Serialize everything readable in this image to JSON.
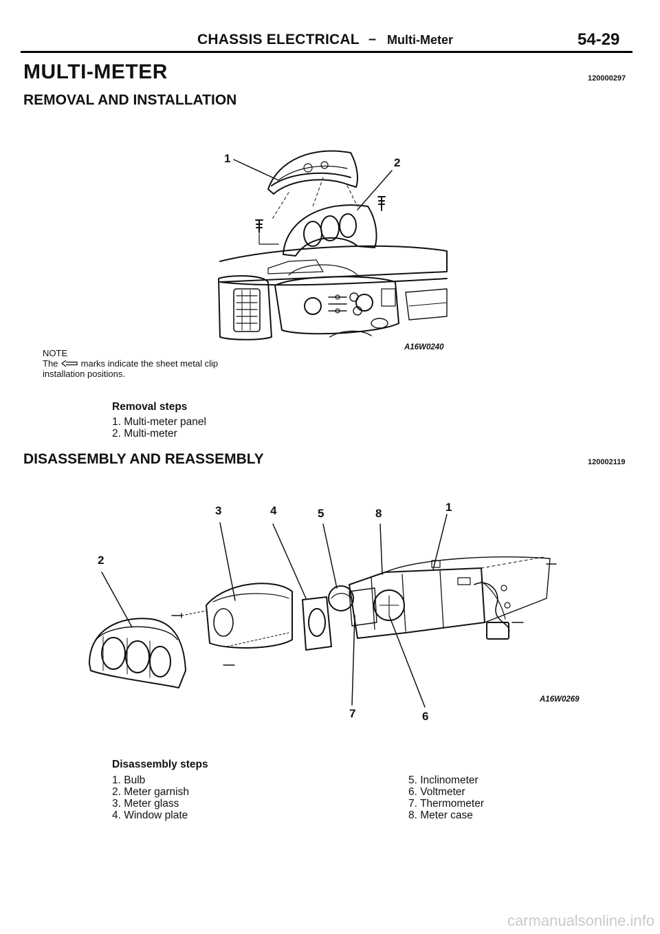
{
  "header": {
    "chapter": "CHASSIS ELECTRICAL",
    "separator": "–",
    "section": "Multi-Meter",
    "page": "54-29"
  },
  "title": "MULTI-METER",
  "title_code": "120000297",
  "removal": {
    "heading": "REMOVAL AND INSTALLATION",
    "figure_code": "A16W0240",
    "callouts": [
      "1",
      "2"
    ],
    "note_label": "NOTE",
    "note_line1_pre": "The",
    "note_line1_post": "marks indicate the sheet metal clip",
    "note_line2": "installation positions.",
    "steps_heading": "Removal steps",
    "steps": [
      "1. Multi-meter panel",
      "2. Multi-meter"
    ]
  },
  "disassembly": {
    "heading": "DISASSEMBLY AND REASSEMBLY",
    "code": "120002119",
    "figure_code": "A16W0269",
    "callouts": [
      "3",
      "4",
      "5",
      "8",
      "1",
      "2",
      "7",
      "6"
    ],
    "steps_heading": "Disassembly steps",
    "steps_left": [
      "1. Bulb",
      "2. Meter garnish",
      "3. Meter glass",
      "4. Window plate"
    ],
    "steps_right": [
      "5. Inclinometer",
      "6. Voltmeter",
      "7. Thermometer",
      "8. Meter case"
    ]
  },
  "footer": "carmanualsonline.info"
}
